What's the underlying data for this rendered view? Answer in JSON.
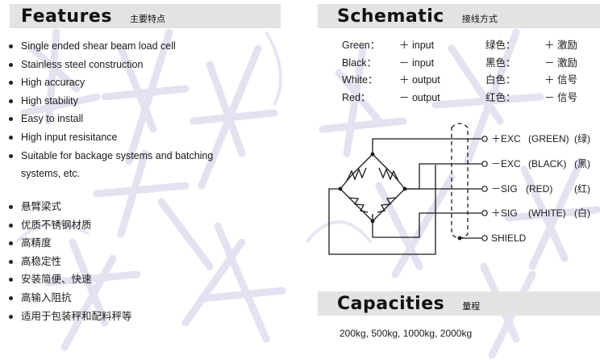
{
  "features": {
    "title": "Features",
    "title_zh": "主要特点",
    "items_en": [
      "Single ended shear beam load cell",
      "Stainless steel construction",
      "High accuracy",
      "High stability",
      "Easy to install",
      "High input resisitance",
      "Suitable for backage systems and batching",
      "systems, etc."
    ],
    "items_zh": [
      "悬臂梁式",
      "优质不锈钢材质",
      "高精度",
      "高稳定性",
      "安装简便、快速",
      "高输入阻抗",
      "适用于包装秤和配料秤等"
    ]
  },
  "schematic": {
    "title": "Schematic",
    "title_zh": "接线方式",
    "wires": [
      {
        "color_en": "Green：",
        "func_en": "＋ input",
        "color_zh": "绿色：",
        "func_zh": "＋ 激励"
      },
      {
        "color_en": "Black：",
        "func_en": "－ input",
        "color_zh": "黑色：",
        "func_zh": "－ 激励"
      },
      {
        "color_en": "White：",
        "func_en": "＋ output",
        "color_zh": "白色：",
        "func_zh": "＋ 信号"
      },
      {
        "color_en": "Red：",
        "func_en": "－ output",
        "color_zh": "红色：",
        "func_zh": "－ 信号"
      }
    ],
    "terminals": [
      {
        "label": "＋EXC",
        "color": "(GREEN)",
        "zh": "(绿)"
      },
      {
        "label": "－EXC",
        "color": "(BLACK)",
        "zh": "(黑)"
      },
      {
        "label": "－SIG",
        "color": "(RED)",
        "zh": "(红)"
      },
      {
        "label": "＋SIG",
        "color": "(WHITE)",
        "zh": "(白)"
      },
      {
        "label": "SHIELD",
        "color": "",
        "zh": ""
      }
    ]
  },
  "capacities": {
    "title": "Capacities",
    "title_zh": "量程",
    "values": "200kg, 500kg, 1000kg, 2000kg"
  },
  "colors": {
    "header_bg": "#e3e3e3",
    "watermark": "#d6d6ea"
  }
}
